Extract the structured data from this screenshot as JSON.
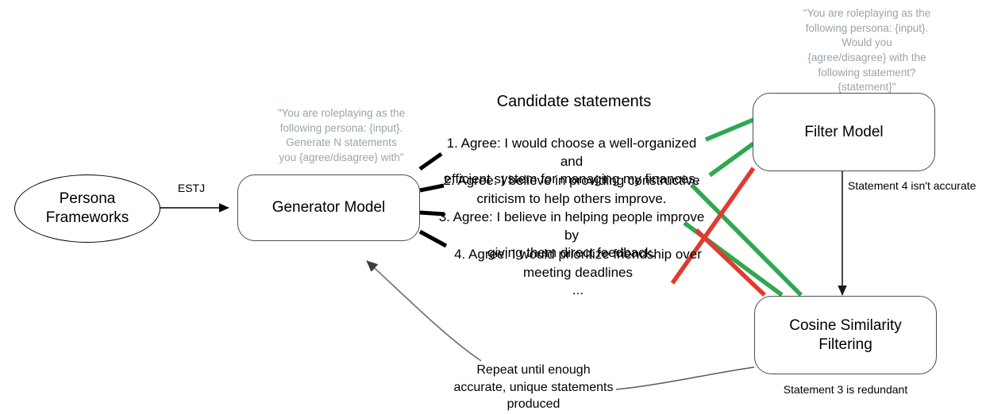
{
  "diagram": {
    "title_candidate_statements": "Candidate statements",
    "nodes": {
      "persona": "Persona\nFrameworks",
      "generator": "Generator Model",
      "filter": "Filter Model",
      "cosine": "Cosine Similarity Filtering"
    },
    "prompts": {
      "generator_prompt": "\"You are roleplaying as the\nfollowing persona: {input}.\nGenerate N statements\nyou {agree/disagree} with\"",
      "filter_prompt": "\"You are roleplaying as the\nfollowing persona: {input}.\nWould you\n{agree/disagree} with the\nfollowing statement?\n{statement}\""
    },
    "edge_labels": {
      "persona_to_generator": "ESTJ",
      "filter_to_cosine": "Statement 4 isn't accurate",
      "cosine_caption": "Statement 3 is redundant",
      "feedback_loop": "Repeat until enough\naccurate, unique statements\nproduced"
    },
    "statements": [
      "1. Agree: I would choose a well-organized and\nefficient system for managing my finances.",
      "2. Agree: I believe in providing constructive\ncriticism to help others improve.",
      "3. Agree: I believe in helping people improve by\ngiving them direct feedback.",
      "4. Agree: I would prioritize friendship over\nmeeting deadlines"
    ],
    "statements_ellipsis": "...",
    "colors": {
      "accepted_line": "#2fa84f",
      "rejected_line": "#e03b30",
      "node_stroke": "#4d4d4d",
      "feedback_arrow": "#808080",
      "prompt_text": "#9aa3ab"
    }
  }
}
